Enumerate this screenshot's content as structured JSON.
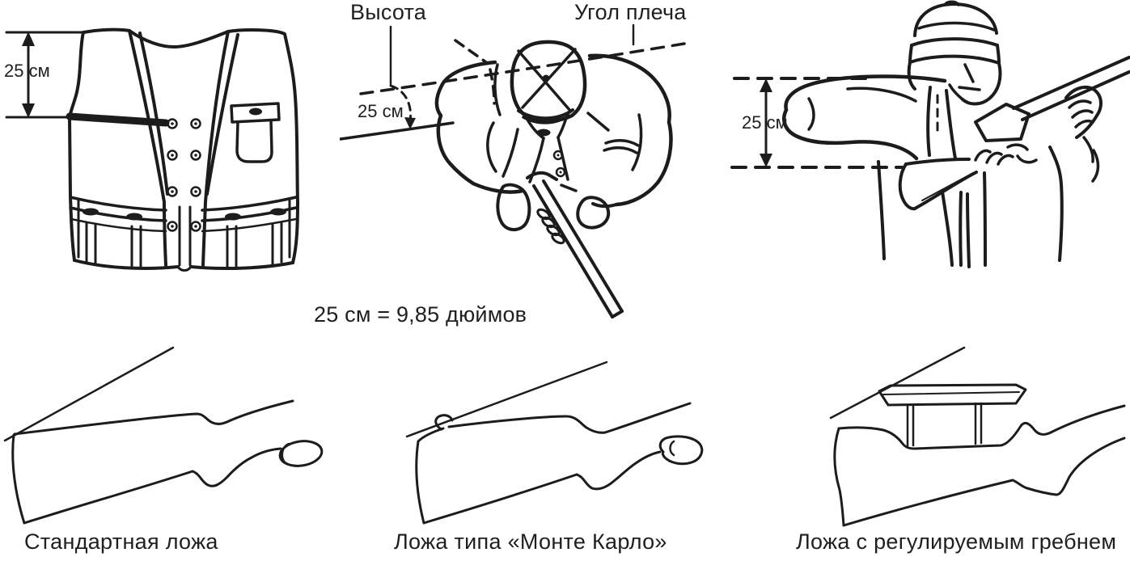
{
  "figure": {
    "background": "#ffffff",
    "ink_color": "#1c1c1c",
    "top_row": {
      "vest_panel": {
        "measurement": "25 см"
      },
      "overhead_shooter_panel": {
        "height_label": "Высота",
        "shoulder_angle_label": "Угол плеча",
        "measurement": "25 см"
      },
      "mounted_shooter_panel": {
        "measurement": "25 см"
      }
    },
    "conversion_note": "25 см = 9,85 дюймов",
    "stock_row": [
      {
        "caption": "Стандартная ложа"
      },
      {
        "caption": "Ложа типа «Монте Карло»"
      },
      {
        "caption": "Ложа с регулируемым гребнем"
      }
    ]
  }
}
